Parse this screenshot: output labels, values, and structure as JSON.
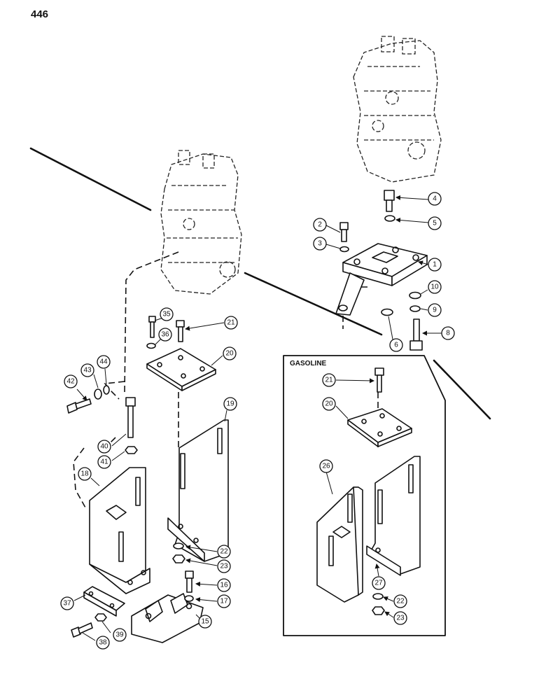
{
  "page": {
    "number": "446"
  },
  "inset": {
    "label": "GASOLINE"
  },
  "callouts": [
    "1",
    "2",
    "3",
    "4",
    "5",
    "6",
    "8",
    "9",
    "10",
    "15",
    "16",
    "17",
    "18",
    "19",
    "20",
    "21",
    "22",
    "23",
    "26",
    "27",
    "35",
    "36",
    "37",
    "38",
    "39",
    "40",
    "41",
    "42",
    "43",
    "44"
  ],
  "inset_callouts": [
    "20",
    "21",
    "22",
    "23",
    "26",
    "27"
  ]
}
